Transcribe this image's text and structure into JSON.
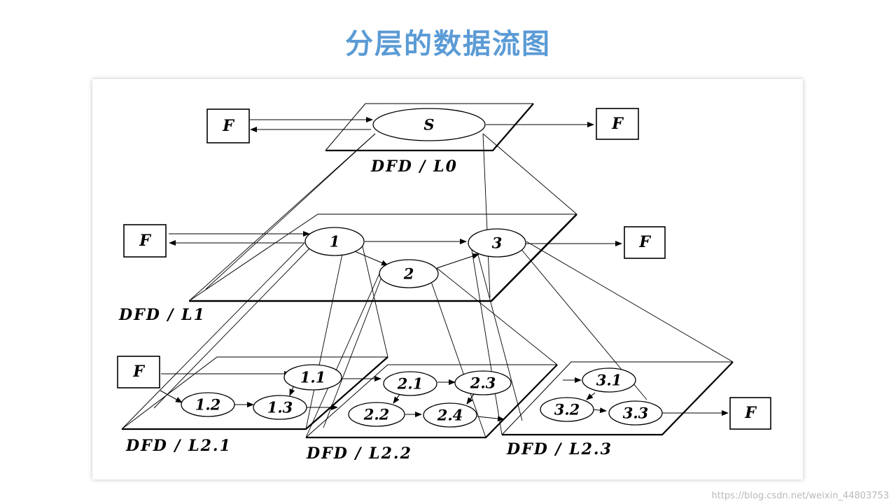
{
  "slide": {
    "title": "分层的数据流图",
    "watermark": "https://blog.csdn.net/weixin_44803753"
  },
  "diagram": {
    "levels": [
      {
        "label": "DFD / L0"
      },
      {
        "label": "DFD / L1"
      },
      {
        "label": "DFD / L2.1"
      },
      {
        "label": "DFD / L2.2"
      },
      {
        "label": "DFD / L2.3"
      }
    ],
    "processes": {
      "s": "S",
      "p1": "1",
      "p2": "2",
      "p3": "3",
      "p11": "1.1",
      "p12": "1.2",
      "p13": "1.3",
      "p21": "2.1",
      "p22": "2.2",
      "p23": "2.3",
      "p24": "2.4",
      "p31": "3.1",
      "p32": "3.2",
      "p33": "3.3"
    },
    "external_entity": "F"
  }
}
